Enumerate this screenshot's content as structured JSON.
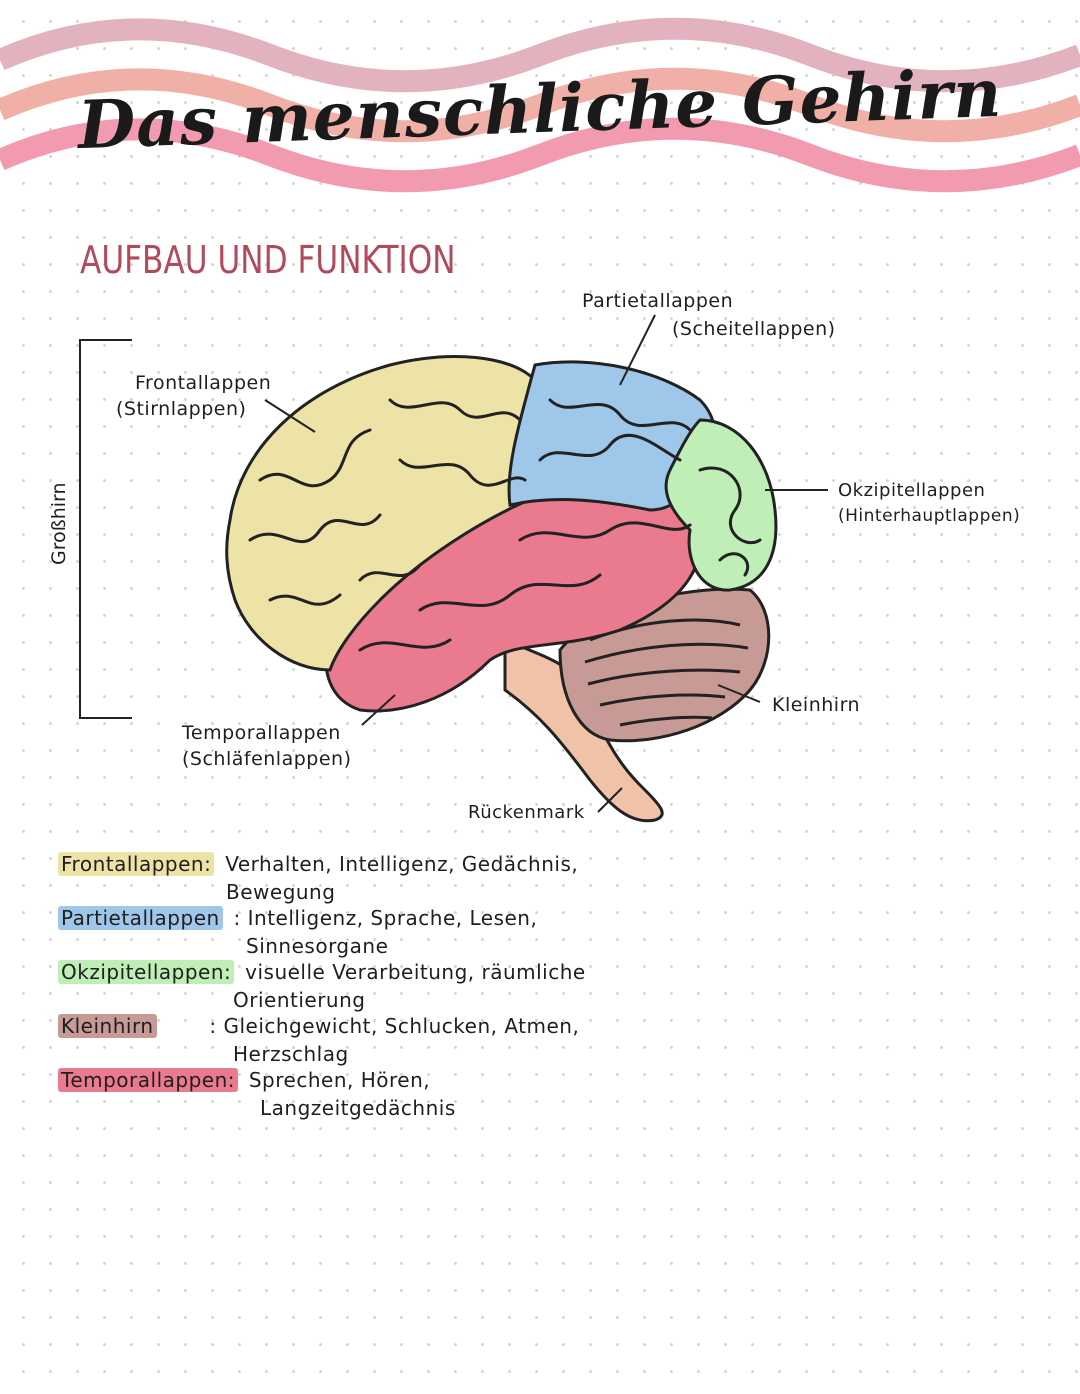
{
  "title": "Das menschliche Gehirn",
  "subtitle": "AUFBAU UND FUNKTION",
  "colors": {
    "frontal": "#ede3a6",
    "parietal": "#9fc7ea",
    "occipital": "#bfeeb6",
    "temporal": "#ea7a8e",
    "cerebellum": "#c89a95",
    "spinal": "#f0c3a8",
    "wave1": "#e2b3bf",
    "wave2": "#f0b0a8",
    "wave3": "#f19ab0",
    "heading": "#b14a5b"
  },
  "labels": {
    "grosshirn": "Großhirn",
    "frontal": "Frontallappen",
    "frontal_sub": "(Stirnlappen)",
    "parietal": "Partietallappen",
    "parietal_sub": "(Scheitellappen)",
    "occipital": "Okzipitellappen",
    "occipital_sub": "(Hinterhauptlappen)",
    "kleinhirn": "Kleinhirn",
    "temporal": "Temporallappen",
    "temporal_sub": "(Schläfenlappen)",
    "spinal": "Rückenmark"
  },
  "legend": [
    {
      "name": "Frontallappen:",
      "line1": "Verhalten, Intelligenz, Gedächnis,",
      "line2": "Bewegung",
      "color": "#ede3a6"
    },
    {
      "name": "Partietallappen",
      "line1": ": Intelligenz, Sprache, Lesen,",
      "line2": "Sinnesorgane",
      "color": "#9fc7ea"
    },
    {
      "name": "Okzipitellappen:",
      "line1": "visuelle Verarbeitung, räumliche",
      "line2": "Orientierung",
      "color": "#bfeeb6"
    },
    {
      "name": "Kleinhirn",
      "line1": ": Gleichgewicht, Schlucken, Atmen,",
      "line2": "Herzschlag",
      "color": "#c89a95"
    },
    {
      "name": "Temporallappen:",
      "line1": "Sprechen, Hören,",
      "line2": "Langzeitgedächnis",
      "color": "#ea7a8e"
    }
  ]
}
